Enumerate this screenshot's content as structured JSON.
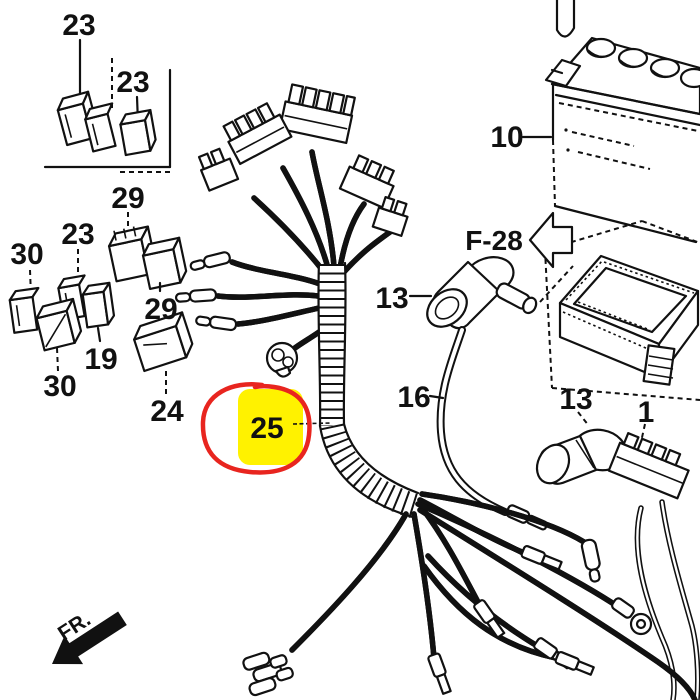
{
  "page": {
    "background": "#ffffff",
    "line_color": "#111111"
  },
  "annotation": {
    "highlighted_part": "25",
    "highlight_color": "#fff200",
    "circle_color": "#e8251f"
  },
  "labels": {
    "p23a": "23",
    "p23b": "23",
    "p29a": "29",
    "p23c": "23",
    "p30a": "30",
    "p29b": "29",
    "p19": "19",
    "p30b": "30",
    "p24": "24",
    "p10": "10",
    "f28": "F-28",
    "p13a": "13",
    "p16": "16",
    "p13b": "13",
    "p1": "1",
    "p25": "25",
    "fr": "FR."
  }
}
